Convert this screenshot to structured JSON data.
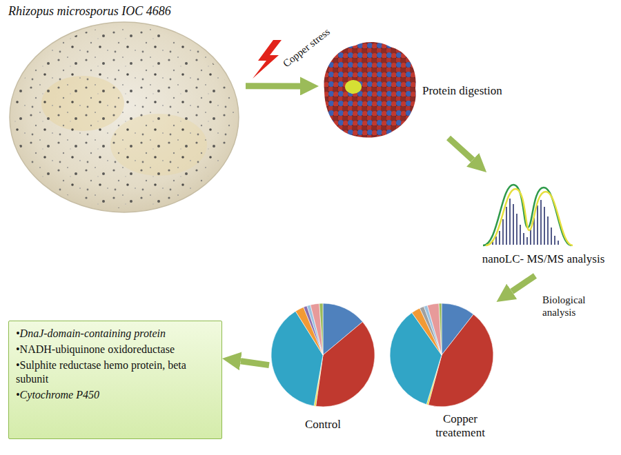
{
  "diagram": {
    "nodes": [
      {
        "text": [
          "Rhizopus microsporus IOC 4686"
        ]
      },
      {
        "text": [
          "Protein digestion"
        ]
      },
      {
        "text": [
          "nanoLC- MS/MS analysis"
        ]
      },
      {
        "text": [
          "Control"
        ]
      },
      {
        "text": [
          "Copper treatement"
        ]
      },
      {
        "text": [
          "•DnaJ-domain-containing protein",
          "•NADH-ubiquinone oxidoreductase",
          "•Sulphite reductase hemo protein, beta subunit",
          "•Cytochrome P450"
        ]
      }
    ],
    "edges": [
      {
        "from": 0,
        "to": 1,
        "arrow": "to",
        "label": "Copper stress"
      },
      {
        "from": 1,
        "to": 2,
        "arrow": "to"
      },
      {
        "from": 2,
        "to": 4,
        "arrow": "to",
        "label": "Biological analysis"
      },
      {
        "from": 3,
        "to": 5,
        "arrow": "to"
      }
    ]
  }
}
